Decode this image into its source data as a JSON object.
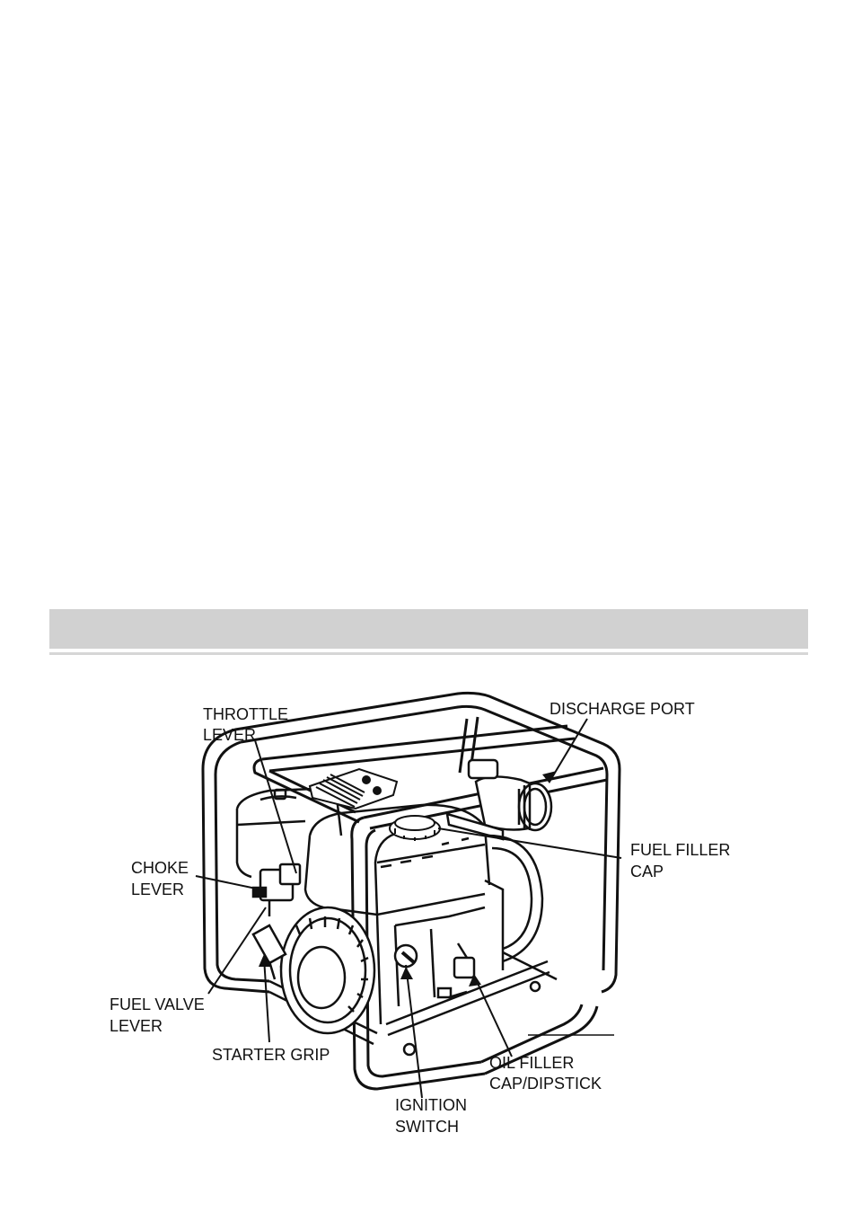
{
  "labels": {
    "throttle_lever": [
      "THROTTLE",
      "LEVER"
    ],
    "discharge_port": [
      "DISCHARGE PORT"
    ],
    "fuel_filler_cap": [
      "FUEL FILLER",
      "CAP"
    ],
    "choke_lever": [
      "CHOKE",
      "LEVER"
    ],
    "fuel_valve_lever": [
      "FUEL VALVE",
      "LEVER"
    ],
    "starter_grip": [
      "STARTER GRIP"
    ],
    "oil_filler_cap_dipstick": [
      "OIL FILLER",
      "CAP/DIPSTICK"
    ],
    "ignition_switch": [
      "IGNITION",
      "SWITCH"
    ]
  },
  "colors": {
    "band": "#d1d1d1",
    "ink": "#111111"
  }
}
